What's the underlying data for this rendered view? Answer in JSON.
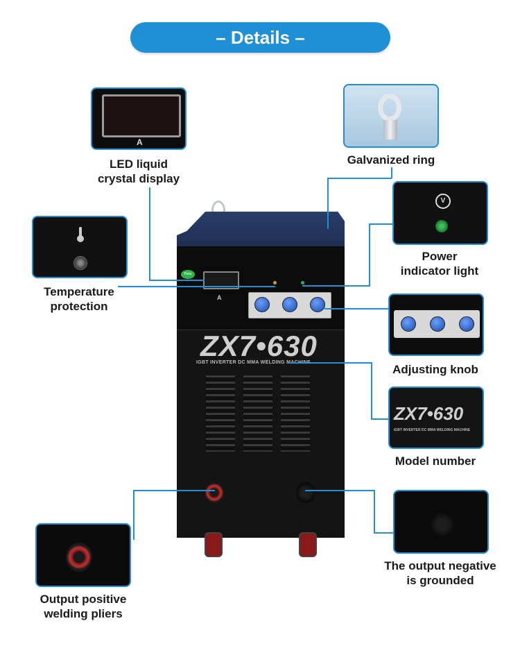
{
  "header": {
    "title": "– Details –"
  },
  "callouts": {
    "led_display": {
      "line1": "LED liquid",
      "line2": "crystal display",
      "thumb_text": "A"
    },
    "galvanized_ring": {
      "line1": "Galvanized ring"
    },
    "temperature": {
      "line1": "Temperature",
      "line2": "protection"
    },
    "power_light": {
      "line1": "Power",
      "line2": "indicator light",
      "thumb_text": "V"
    },
    "adjusting_knob": {
      "line1": "Adjusting knob"
    },
    "model_number": {
      "line1": "Model number"
    },
    "output_negative": {
      "line1": "The output negative",
      "line2": "is grounded"
    },
    "output_positive": {
      "line1": "Output positive",
      "line2": "welding pliers"
    }
  },
  "machine": {
    "model": "ZX7•630",
    "subtitle": "IGBT INVERTER DC MMA WELDING MACHINE",
    "display_unit": "A",
    "pass_badge": "Pass"
  },
  "thumbs": {
    "model": "ZX7•630",
    "model_sub": "IGBT INVERTER DC MMA WELDING MACHINE"
  },
  "colors": {
    "accent": "#1f8fd6",
    "machine_top": "#1c2b4d",
    "knob": "#1a4aa8"
  }
}
